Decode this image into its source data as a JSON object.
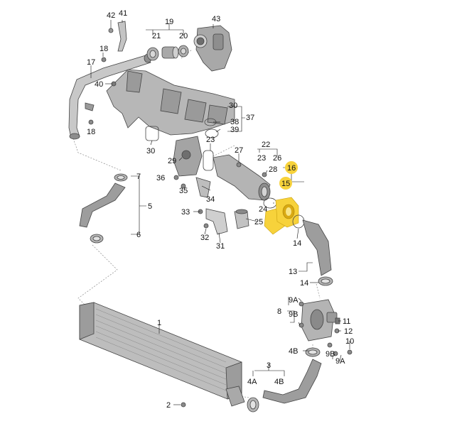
{
  "labels": {
    "l1": "1",
    "l2": "2",
    "l3": "3",
    "l4A": "4A",
    "l4B_top": "4B",
    "l4B_bot": "4B",
    "l5": "5",
    "l6": "6",
    "l7": "7",
    "l8": "8",
    "l9A_top": "9A",
    "l9A_bot": "9A",
    "l9B_top": "9B",
    "l9B_bot": "9B",
    "l10": "10",
    "l11": "11",
    "l12": "12",
    "l13": "13",
    "l14_left": "14",
    "l14_right": "14",
    "l15": "15",
    "l16": "16",
    "l17": "17",
    "l18_top": "18",
    "l18_bot": "18",
    "l19": "19",
    "l20": "20",
    "l21": "21",
    "l22": "22",
    "l23_top": "23",
    "l23_mid": "23",
    "l24": "24",
    "l25": "25",
    "l26": "26",
    "l27": "27",
    "l28": "28",
    "l29": "29",
    "l30_left": "30",
    "l30_right": "30",
    "l31": "31",
    "l32": "32",
    "l33": "33",
    "l34": "34",
    "l35": "35",
    "l36": "36",
    "l37": "37",
    "l38": "38",
    "l39": "39",
    "l40": "40",
    "l41": "41",
    "l42": "42",
    "l43": "43"
  },
  "colors": {
    "highlight": "#f7d23b",
    "part_fill": "#b9b9b9",
    "part_dark": "#7a7a7a",
    "line": "#111111"
  }
}
